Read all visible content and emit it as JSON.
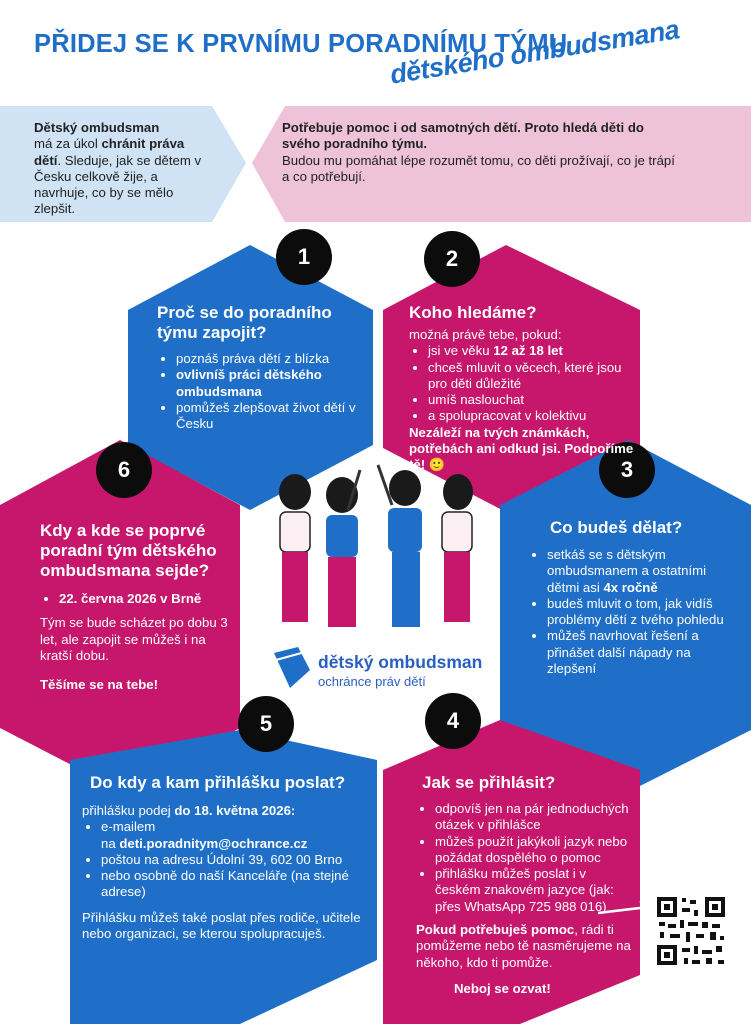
{
  "header": {
    "title": "PŘIDEJ SE K PRVNÍMU PORADNÍMU TÝMU",
    "script": "dětského ombudsmana"
  },
  "intro_left": {
    "bold1": "Dětský ombudsman",
    "t1": "má za úkol ",
    "bold2": "chránit práva dětí",
    "t2": ". Sleduje, jak se dětem v Česku celkově žije, a navrhuje, co by se mělo zlepšit."
  },
  "intro_right": {
    "bold": "Potřebuje pomoc i od samotných dětí. Proto hledá děti do svého poradního týmu.",
    "text": "Budou mu pomáhat lépe rozumět tomu, co děti prožívají, co je trápí a co potřebují."
  },
  "numbers": [
    "1",
    "2",
    "3",
    "4",
    "5",
    "6"
  ],
  "s1": {
    "heading": "Proč se do poradního týmu zapojit?",
    "items": [
      "poznáš práva dětí z blízka",
      "ovlivníš práci dětského ombudsmana",
      "pomůžeš zlepšovat život dětí v Česku"
    ]
  },
  "s2": {
    "heading": "Koho hledáme?",
    "intro": "možná právě tebe, pokud:",
    "item1_a": "jsi ve věku ",
    "item1_b": "12 až 18 let",
    "item2": "chceš mluvit o věcech, které jsou pro děti důležité",
    "item3": "umíš naslouchat",
    "item4": "a spolupracovat v kolektivu",
    "closing": "Nezáleží na tvých známkách, potřebách ani odkud jsi. Podpoříme tě! 🙂"
  },
  "s3": {
    "heading": "Co budeš dělat?",
    "item1_a": "setkáš se s dětským ombudsmanem a ostatními dětmi asi ",
    "item1_b": "4x ročně",
    "item2": "budeš mluvit o tom, jak vidíš problémy dětí z tvého pohledu",
    "item3": "můžeš navrhovat řešení a přinášet další nápady na zlepšení"
  },
  "s4": {
    "heading": "Jak se přihlásit?",
    "items": [
      "odpovíš jen na pár jednoduchých otázek v přihlášce",
      "můžeš použít jakýkoli jazyk nebo požádat dospělého o pomoc",
      "přihlášku můžeš poslat i v českém znakovém jazyce  (jak: přes WhatsApp 725 988 016)"
    ],
    "help_bold": "Pokud potřebuješ pomoc",
    "help_text": ", rádi ti pomůžeme nebo tě nasměrujeme na někoho, kdo ti pomůže.",
    "closing": "Neboj se ozvat!"
  },
  "s5": {
    "heading": "Do kdy a kam přihlášku poslat?",
    "intro_a": "přihlášku podej ",
    "intro_b": "do 18. května 2026:",
    "email_label": "e-mailem",
    "email_prefix": "na ",
    "email": "deti.poradnitym@ochrance.cz",
    "post": "poštou na adresu Údolní 39, 602 00 Brno",
    "office": "nebo osobně do naší Kanceláře (na stejné adrese)",
    "closing": "Přihlášku můžeš také poslat přes rodiče, učitele nebo organizaci, se kterou spolupracuješ."
  },
  "s6": {
    "heading": "Kdy a kde se poprvé poradní tým dětského ombudsmana sejde?",
    "item": "22. června 2026 v Brně",
    "text": "Tým se bude scházet po dobu 3 let, ale zapojit se můžeš i na kratší dobu.",
    "closing": "Těšíme se na tebe!"
  },
  "logo": {
    "title": "dětský ombudsman",
    "subtitle": "ochránce práv dětí"
  },
  "colors": {
    "blue": "#1f6fc9",
    "magenta": "#c7176d",
    "light_blue": "#cfe3f5",
    "light_pink": "#eec2d9",
    "black": "#0c0c0c"
  }
}
